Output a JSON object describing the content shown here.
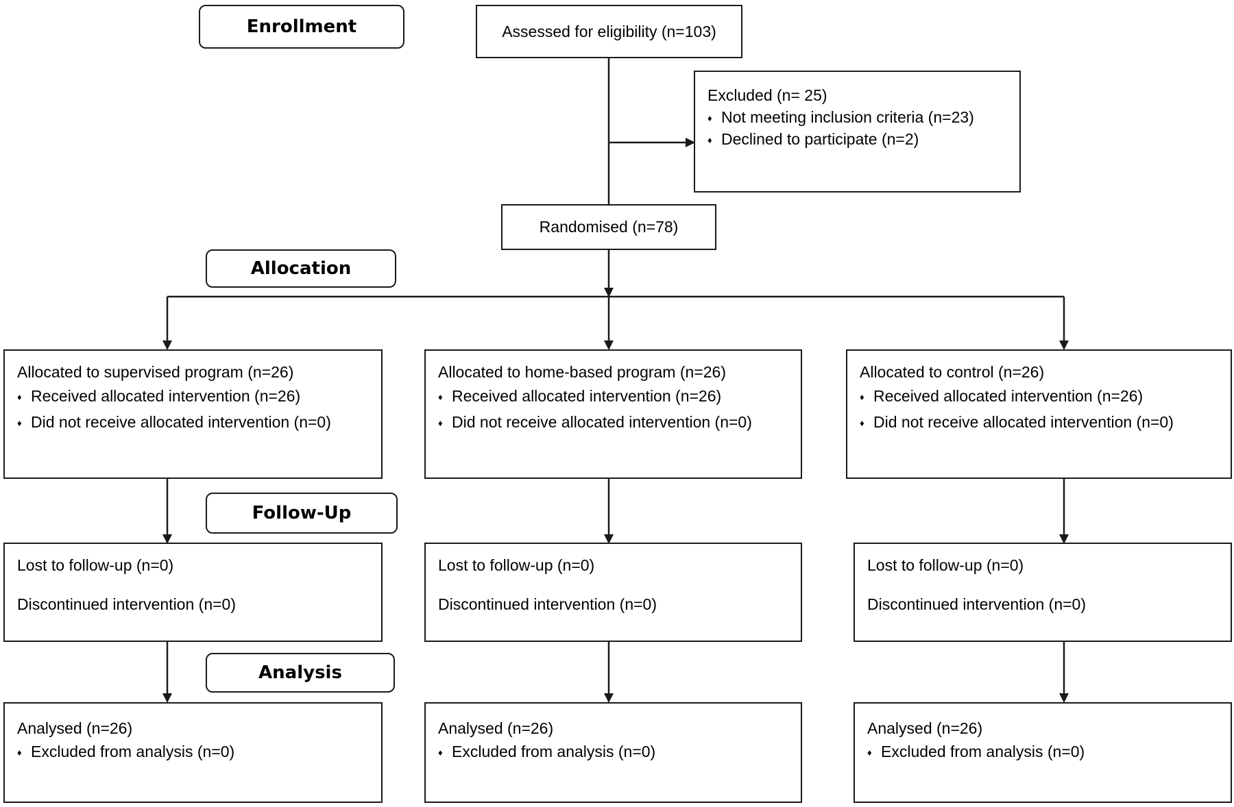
{
  "stages": {
    "enrollment": "Enrollment",
    "allocation": "Allocation",
    "follow_up": "Follow-Up",
    "analysis": "Analysis"
  },
  "bullet_glyph": "♦",
  "assessed": "Assessed for eligibility (n=103)",
  "excluded": {
    "title": "Excluded  (n= 25)",
    "items": [
      "Not meeting inclusion criteria (n=23)",
      "Declined to participate (n=2)"
    ]
  },
  "randomised": "Randomised (n=78)",
  "groups": [
    {
      "allocated": "Allocated to supervised program (n=26)",
      "received": "Received allocated intervention (n=26)",
      "not_received": "Did not receive allocated intervention (n=0)",
      "lost": "Lost to follow-up (n=0)",
      "discontinued": "Discontinued intervention (n=0)",
      "analysed": "Analysed  (n=26)",
      "excluded_analysis": "Excluded from analysis (n=0)"
    },
    {
      "allocated": "Allocated to home-based program (n=26)",
      "received": "Received allocated intervention (n=26)",
      "not_received": "Did not receive allocated intervention (n=0)",
      "lost": "Lost to follow-up (n=0)",
      "discontinued": "Discontinued intervention (n=0)",
      "analysed": "Analysed  (n=26)",
      "excluded_analysis": "Excluded from analysis (n=0)"
    },
    {
      "allocated": "Allocated to control (n=26)",
      "received": "Received allocated intervention (n=26)",
      "not_received": "Did not receive allocated intervention (n=0)",
      "lost": "Lost to follow-up (n=0)",
      "discontinued": "Discontinued intervention (n=0)",
      "analysed": "Analysed  (n=26)",
      "excluded_analysis": "Excluded from analysis (n=0)"
    }
  ]
}
